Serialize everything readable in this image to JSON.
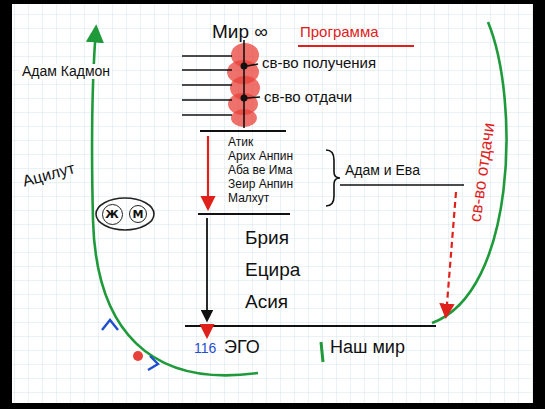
{
  "diagram": {
    "nodes": [
      {
        "text": [
          "Ж"
        ]
      },
      {
        "text": [
          "М"
        ]
      }
    ],
    "labels": [
      "Мир ∞",
      "Программа",
      "Адам Кадмон",
      "св-во получения",
      "св-во отдачи",
      "Атик",
      "Арих Анпин",
      "Аба ве Има",
      "Зеир Анпин",
      "Малхут",
      "Адам и Ева",
      "Ацилут",
      "Брия",
      "Ецира",
      "Асия",
      "116",
      "ЭГО",
      "Наш мир",
      "св-во отдачи"
    ]
  }
}
